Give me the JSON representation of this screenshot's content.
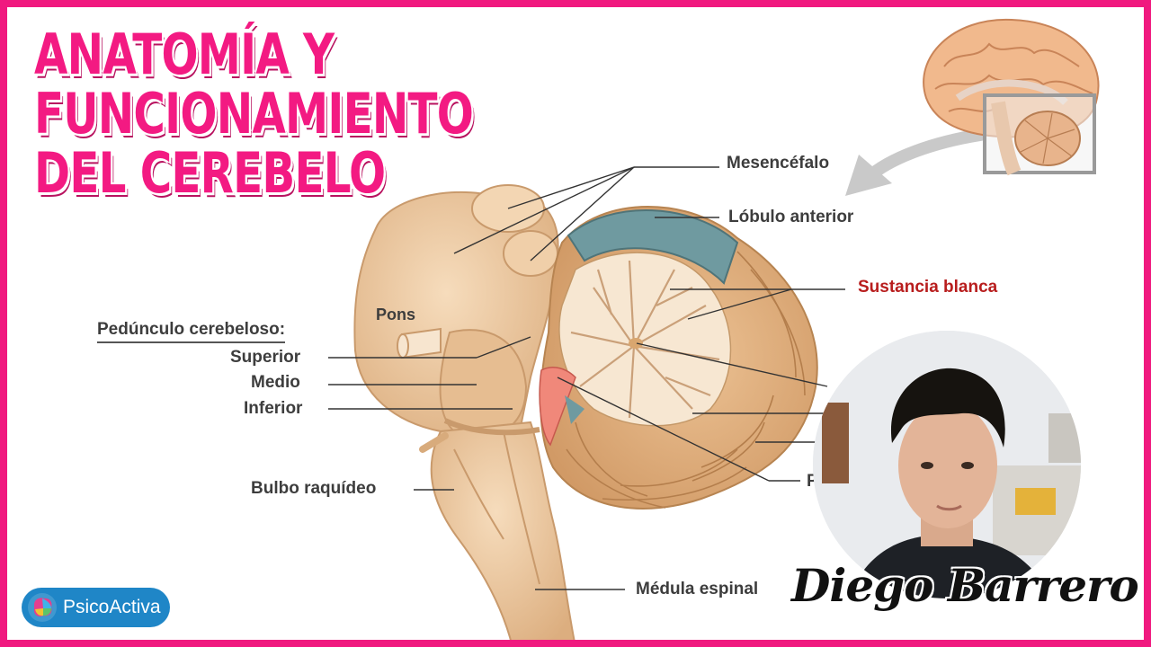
{
  "title": {
    "line1": "ANATOMÍA Y",
    "line2": "FUNCIONAMIENTO",
    "line3": "DEL CEREBELO"
  },
  "labels": {
    "mesencefalo": "Mesencéfalo",
    "lobulo_anterior": "Lóbulo anterior",
    "sustancia_blanca": "Sustancia blanca",
    "pons": "Pons",
    "pedunculo": "Pedúnculo cerebeloso:",
    "superior": "Superior",
    "medio": "Medio",
    "inferior": "Inferior",
    "bulbo": "Bulbo raquídeo",
    "medula": "Médula espinal",
    "partial_p": "P"
  },
  "presenter": {
    "signature": "Diego Barrero"
  },
  "logo": {
    "text": "PsicoActiva",
    "color": "#1f86c7"
  },
  "colors": {
    "accent_pink": "#f31a82",
    "frame_pink": "#f0197f",
    "label_red": "#b81d1d",
    "anterior_lobe_blue": "#6f9aa0",
    "tissue_tan": "#e9c59c"
  },
  "icons": [
    "brain-inset-icon",
    "arrow-icon",
    "psicoactiva-logo-icon"
  ]
}
